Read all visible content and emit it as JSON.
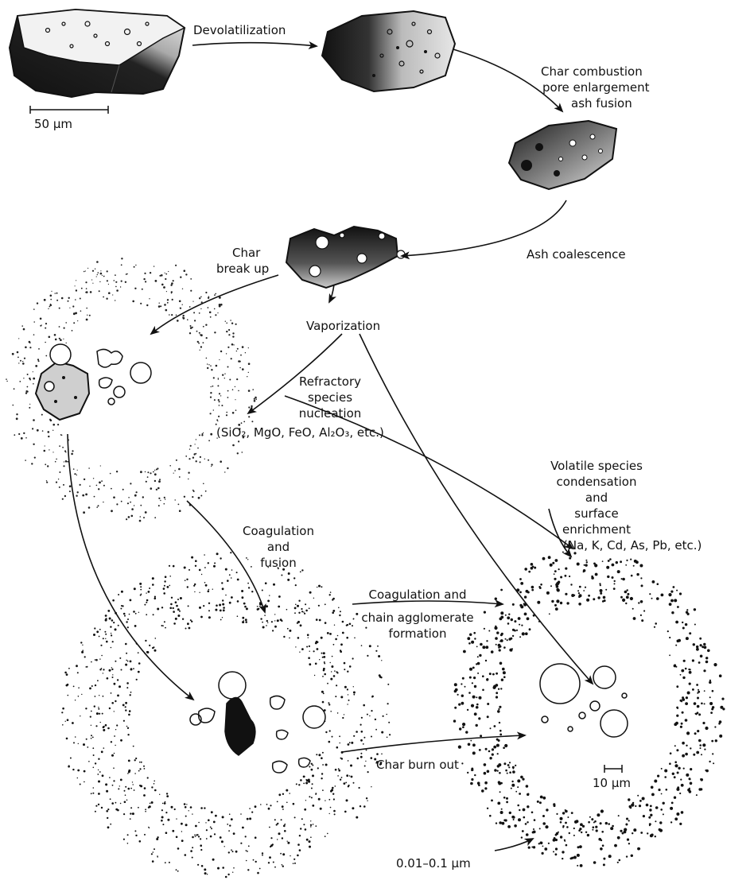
{
  "labels": {
    "devolatilization": "Devolatilization",
    "char_combustion": [
      "Char combustion",
      "pore enlargement",
      "ash fusion"
    ],
    "ash_coalescence": "Ash coalescence",
    "char_break_up": [
      "Char",
      "break up"
    ],
    "vaporization": "Vaporization",
    "refractory": [
      "Refractory",
      "species",
      "nucleation"
    ],
    "refractory_examples": "(SiO₂, MgO, FeO, Al₂O₃, etc.)",
    "volatile": [
      "Volatile species",
      "condensation",
      "and",
      "surface",
      "enrichment"
    ],
    "volatile_examples": "(Na, K, Cd, As, Pb, etc.)",
    "coag_fusion": [
      "Coagulation",
      "and",
      "fusion"
    ],
    "coag_chain": [
      "Coagulation and",
      "chain agglomerate",
      "formation"
    ],
    "char_burn_out": "Char burn out",
    "scale_50": "50 μm",
    "scale_10": "10 μm",
    "fine_size": "0.01–0.1 μm"
  },
  "colors": {
    "ink": "#111111",
    "stipple": "#cfcfcf",
    "dark": "#1a1a1a"
  }
}
